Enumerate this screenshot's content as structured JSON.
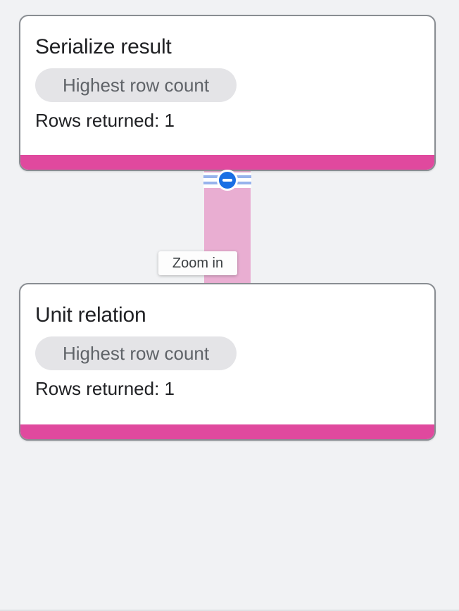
{
  "graph": {
    "nodes": [
      {
        "title": "Serialize result",
        "badge": "Highest row count",
        "rows_label": "Rows returned: 1"
      },
      {
        "title": "Unit relation",
        "badge": "Highest row count",
        "rows_label": "Rows returned: 1"
      }
    ],
    "edge": {
      "collapse_icon": "minus-circle-icon"
    },
    "tooltip": {
      "label": "Zoom in"
    }
  },
  "colors": {
    "background": "#f1f2f4",
    "card_background": "#ffffff",
    "card_border": "#898d92",
    "stage_bar_pink": "#e0499e",
    "edge_pink": "#e9aed2",
    "collapse_blue": "#1a6fe4",
    "stripe_blue": "#97b3ec",
    "badge_background": "#e4e4e7",
    "badge_text": "#5f6368",
    "title_text": "#202124",
    "tooltip_text": "#3c4043"
  }
}
